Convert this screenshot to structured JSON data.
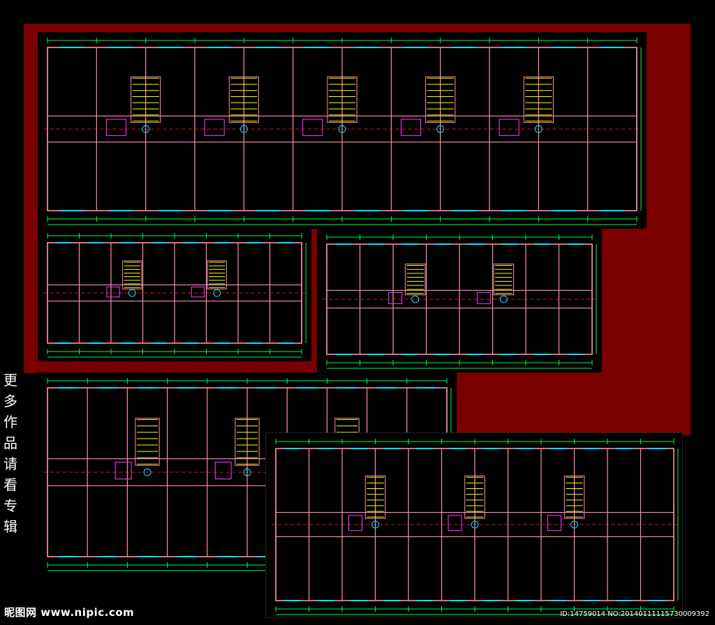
{
  "side_text": [
    "更",
    "多",
    "作",
    "品",
    "请",
    "看",
    "专",
    "辑"
  ],
  "watermark": {
    "site_name": "昵图网 www.nipic.com",
    "id_line": "ID:14759014 NO:20140111115730009392"
  },
  "colors": {
    "background": "#000000",
    "border_red": "#7a0000",
    "wall": "#ff8fb0",
    "dimension": "#00ff33",
    "axis": "#ff2020",
    "window": "#00e5ff",
    "stair": "#ffff00",
    "furniture": "#ff40ff"
  },
  "plans": [
    {
      "id": "plan-1",
      "units": 6,
      "stairs": 5
    },
    {
      "id": "plan-2",
      "units": 4,
      "stairs": 2
    },
    {
      "id": "plan-3",
      "units": 4,
      "stairs": 2
    },
    {
      "id": "plan-4",
      "units": 5,
      "stairs": 3
    },
    {
      "id": "plan-5",
      "units": 6,
      "stairs": 3
    }
  ]
}
